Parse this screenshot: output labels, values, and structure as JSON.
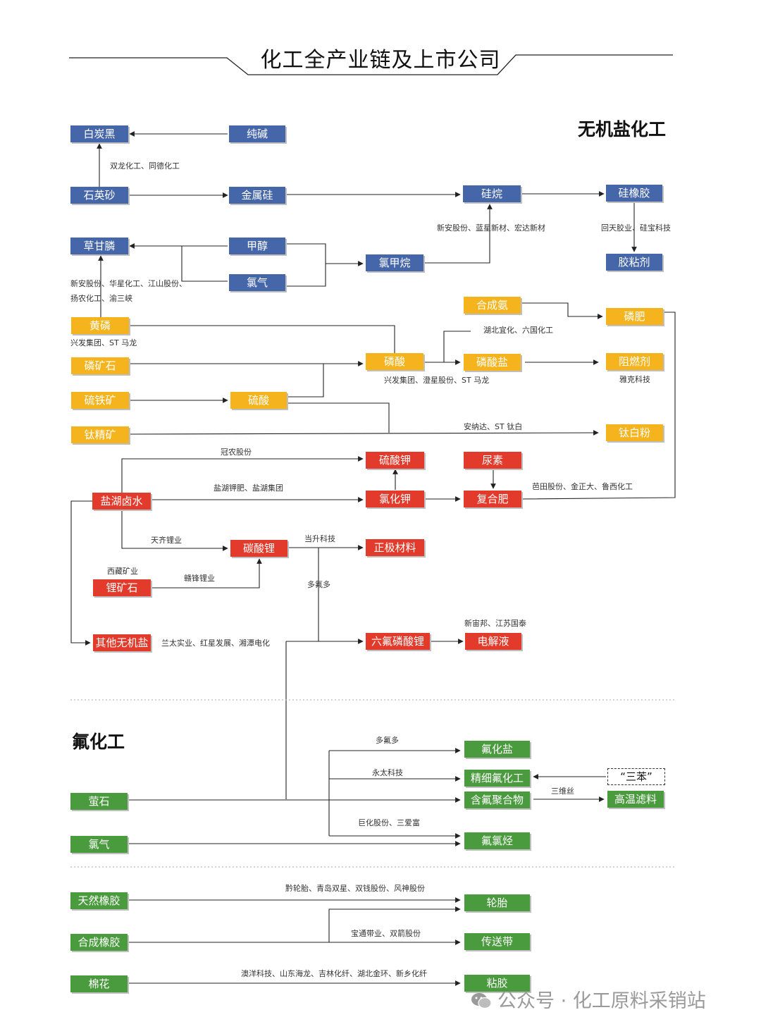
{
  "title": "化工全产业链及上市公司",
  "sections": {
    "inorganic": "无机盐化工",
    "fluoro": "氟化工"
  },
  "nodes": {
    "baitanhei": "白炭黑",
    "chunjian": "纯碱",
    "shiyingsha": "石英砂",
    "jinshugui": "金属硅",
    "guiwan": "硅烷",
    "guixiangjiao": "硅橡胶",
    "jiaonianji": "胶粘剂",
    "caoganlin": "草甘膦",
    "jiachun": "甲醇",
    "lvqi": "氯气",
    "lvjiawan": "氯甲烷",
    "hechengan": "合成氨",
    "linfei": "磷肥",
    "huanglin": "黄磷",
    "linkuangshi": "磷矿石",
    "linsuan": "磷酸",
    "linsuanyan": "磷酸盐",
    "zuranji": "阻燃剂",
    "liutiekuang": "硫铁矿",
    "liusuan": "硫酸",
    "taijingkuang": "钛精矿",
    "taibaifen": "钛白粉",
    "liusuanjia": "硫酸钾",
    "niaosu": "尿素",
    "yanhulushui": "盐湖卤水",
    "lvhuajia": "氯化钾",
    "fuhefei": "复合肥",
    "tansuanli": "碳酸锂",
    "zhengjicailiao": "正极材料",
    "likuangshi": "锂矿石",
    "qitawujiyan": "其他无机盐",
    "liufulinsuanli": "六氟磷酸锂",
    "dianjieye": "电解液",
    "fuhuayan": "氟化盐",
    "jingxifuhuagong": "精细氟化工",
    "sanben": "“三苯”",
    "yingshi": "萤石",
    "hanfujuhewu": "含氟聚合物",
    "gaowenlvliao": "高温滤料",
    "lvqi2": "氯气",
    "fulvting": "氟氯烃",
    "tianranxiangjiao": "天然橡胶",
    "luntai": "轮胎",
    "hechengxiangjiao": "合成橡胶",
    "chuansongdai": "传送带",
    "mianhua": "棉花",
    "nianjiao": "粘胶"
  },
  "labels": {
    "baitanhei_co": "双龙化工、同德化工",
    "guiwan_co": "新安股份、蓝星新材、宏达新材",
    "guixiangjiao_co": "回天胶业、硅宝科技",
    "caoganlin_co_1": "新安股份、华星化工、江山股份、",
    "caoganlin_co_2": "扬农化工、渝三峡",
    "huanglin_co": "兴发集团、ST 马龙",
    "linsuanyan_co": "湖北宜化、六国化工",
    "linsuan_co": "兴发集团、澄星股份、ST 马龙",
    "zuranji_co": "雅克科技",
    "taibaifen_co": "安纳达、ST 钛白",
    "liusuanjia_co": "冠农股份",
    "lvhuajia_co": "盐湖钾肥、盐湖集团",
    "fuhefei_co": "芭田股份、金正大、鲁西化工",
    "tansuanli_co": "天齐锂业",
    "zhengji_co": "当升科技",
    "likuang_region": "西藏矿业",
    "likuang_co": "赣锋锂业",
    "duofuduo": "多氟多",
    "qita_co": "兰太实业、红星发展、湘潭电化",
    "dianjieye_co": "新宙邦、江苏国泰",
    "fuhuayan_co": "多氟多",
    "jingxi_co": "永太科技",
    "gaowen_co": "三维丝",
    "fulvting_co": "巨化股份、三爱富",
    "luntai_co": "黔轮胎、青岛双星、双钱股份、风神股份",
    "chuansongdai_co": "宝通带业、双箭股份",
    "nianjiao_co": "澳洋科技、山东海龙、吉林化纤、湖北金环、新乡化纤"
  },
  "watermark": "公众号 · 化工原料采销站"
}
